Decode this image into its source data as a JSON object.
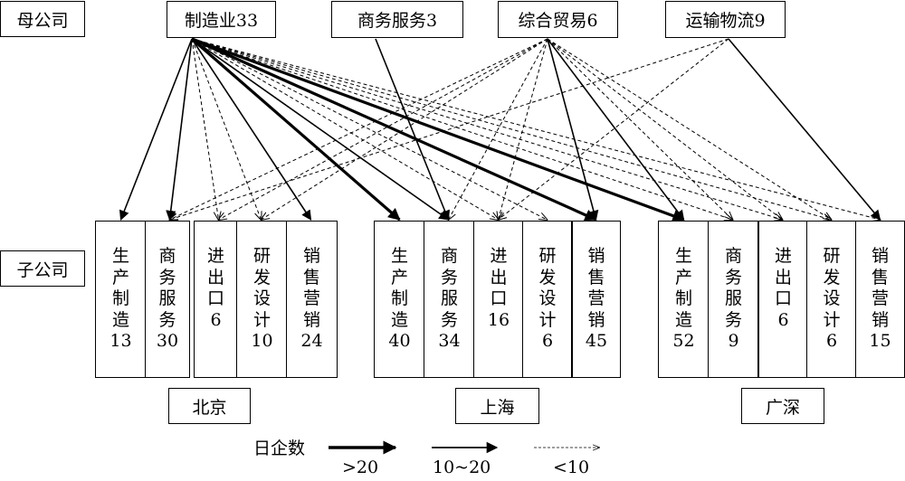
{
  "labels": {
    "parent": "母公司",
    "subsidiary": "子公司"
  },
  "parents": [
    {
      "label": "制造业33"
    },
    {
      "label": "商务服务3"
    },
    {
      "label": "综合贸易6"
    },
    {
      "label": "运输物流9"
    }
  ],
  "cities": [
    {
      "name": "北京",
      "columns": [
        {
          "chars": [
            "生",
            "产",
            "制",
            "造"
          ],
          "count": "13"
        },
        {
          "chars": [
            "商",
            "务",
            "服",
            "务"
          ],
          "count": "30"
        },
        {
          "chars": [
            "进",
            "出",
            "口"
          ],
          "count": "6"
        },
        {
          "chars": [
            "研",
            "发",
            "设",
            "计"
          ],
          "count": "10"
        },
        {
          "chars": [
            "销",
            "售",
            "营",
            "销"
          ],
          "count": "24"
        }
      ]
    },
    {
      "name": "上海",
      "columns": [
        {
          "chars": [
            "生",
            "产",
            "制",
            "造"
          ],
          "count": "40"
        },
        {
          "chars": [
            "商",
            "务",
            "服",
            "务"
          ],
          "count": "34"
        },
        {
          "chars": [
            "进",
            "出",
            "口"
          ],
          "count": "16"
        },
        {
          "chars": [
            "研",
            "发",
            "设",
            "计"
          ],
          "count": "6"
        },
        {
          "chars": [
            "销",
            "售",
            "营",
            "销"
          ],
          "count": "45"
        }
      ]
    },
    {
      "name": "广深",
      "columns": [
        {
          "chars": [
            "生",
            "产",
            "制",
            "造"
          ],
          "count": "52"
        },
        {
          "chars": [
            "商",
            "务",
            "服",
            "务"
          ],
          "count": "9"
        },
        {
          "chars": [
            "进",
            "出",
            "口"
          ],
          "count": "6"
        },
        {
          "chars": [
            "研",
            "发",
            "设",
            "计"
          ],
          "count": "6"
        },
        {
          "chars": [
            "销",
            "售",
            "营",
            "销"
          ],
          "count": "15"
        }
      ]
    }
  ],
  "legend": {
    "title": "日企数",
    "items": [
      {
        "label": ">20",
        "style": "thick"
      },
      {
        "label": "10~20",
        "style": "medium"
      },
      {
        "label": "<10",
        "style": "dashed"
      }
    ]
  },
  "flows": [
    {
      "from": 0,
      "to": [
        0,
        0
      ],
      "style": "medium"
    },
    {
      "from": 0,
      "to": [
        0,
        1
      ],
      "style": "medium"
    },
    {
      "from": 0,
      "to": [
        0,
        2
      ],
      "style": "dashed"
    },
    {
      "from": 0,
      "to": [
        0,
        3
      ],
      "style": "dashed"
    },
    {
      "from": 0,
      "to": [
        0,
        4
      ],
      "style": "medium"
    },
    {
      "from": 0,
      "to": [
        1,
        0
      ],
      "style": "thick"
    },
    {
      "from": 0,
      "to": [
        1,
        1
      ],
      "style": "medium"
    },
    {
      "from": 0,
      "to": [
        1,
        2
      ],
      "style": "dashed"
    },
    {
      "from": 0,
      "to": [
        1,
        3
      ],
      "style": "dashed"
    },
    {
      "from": 0,
      "to": [
        1,
        4
      ],
      "style": "thick"
    },
    {
      "from": 0,
      "to": [
        2,
        0
      ],
      "style": "thick"
    },
    {
      "from": 0,
      "to": [
        2,
        1
      ],
      "style": "dashed"
    },
    {
      "from": 0,
      "to": [
        2,
        2
      ],
      "style": "dashed"
    },
    {
      "from": 0,
      "to": [
        2,
        3
      ],
      "style": "dashed"
    },
    {
      "from": 0,
      "to": [
        2,
        4
      ],
      "style": "dashed"
    },
    {
      "from": 1,
      "to": [
        1,
        1
      ],
      "style": "medium"
    },
    {
      "from": 2,
      "to": [
        0,
        1
      ],
      "style": "dashed"
    },
    {
      "from": 2,
      "to": [
        0,
        2
      ],
      "style": "dashed"
    },
    {
      "from": 2,
      "to": [
        0,
        3
      ],
      "style": "dashed"
    },
    {
      "from": 2,
      "to": [
        1,
        1
      ],
      "style": "dashed"
    },
    {
      "from": 2,
      "to": [
        1,
        2
      ],
      "style": "dashed"
    },
    {
      "from": 2,
      "to": [
        1,
        4
      ],
      "style": "medium"
    },
    {
      "from": 2,
      "to": [
        2,
        0
      ],
      "style": "medium"
    },
    {
      "from": 2,
      "to": [
        2,
        1
      ],
      "style": "dashed"
    },
    {
      "from": 2,
      "to": [
        2,
        2
      ],
      "style": "dashed"
    },
    {
      "from": 2,
      "to": [
        2,
        3
      ],
      "style": "dashed"
    },
    {
      "from": 3,
      "to": [
        0,
        1
      ],
      "style": "dashed"
    },
    {
      "from": 3,
      "to": [
        1,
        2
      ],
      "style": "dashed"
    },
    {
      "from": 3,
      "to": [
        2,
        4
      ],
      "style": "medium"
    }
  ]
}
